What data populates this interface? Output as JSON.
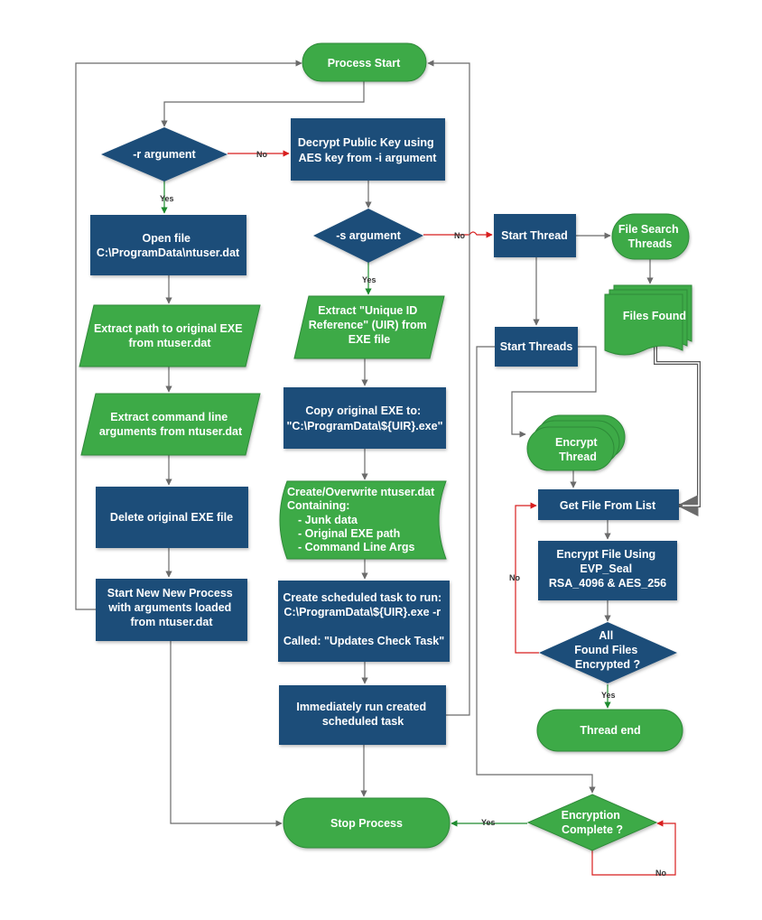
{
  "colors": {
    "blue": "#1f4e79",
    "green": "#3caa47",
    "connector": "#6b6b6b",
    "yes": "#1e8b2f",
    "no": "#d81e1e"
  },
  "nodes": {
    "process_start": "Process Start",
    "r_argument": "-r argument",
    "decrypt_key": [
      "Decrypt Public Key using",
      "AES key from -i argument"
    ],
    "open_file": [
      "Open file",
      "C:\\ProgramData\\ntuser.dat"
    ],
    "s_argument": "-s argument",
    "extract_path": [
      "Extract path to original EXE",
      "from ntuser.dat"
    ],
    "extract_uir": [
      "Extract \"Unique ID",
      "Reference\" (UIR) from",
      "EXE file"
    ],
    "extract_args": [
      "Extract command line",
      "arguments from ntuser.dat"
    ],
    "copy_exe": [
      "Copy original EXE to:",
      "\"C:\\ProgramData\\${UIR}.exe\""
    ],
    "delete_exe": "Delete original EXE file",
    "create_ntuser": [
      "Create/Overwrite ntuser.dat",
      "Containing:",
      "- Junk data",
      "- Original EXE path",
      "- Command Line Args"
    ],
    "start_new_process": [
      "Start New New Process",
      "with arguments loaded",
      "from ntuser.dat"
    ],
    "create_task": [
      "Create scheduled task to run:",
      "C:\\ProgramData\\${UIR}.exe -r",
      "",
      "Called: \"Updates Check Task\""
    ],
    "run_task": [
      "Immediately run created",
      "scheduled task"
    ],
    "stop_process": "Stop Process",
    "start_thread": "Start Thread",
    "file_search_threads": [
      "File Search",
      "Threads"
    ],
    "files_found": "Files Found",
    "start_threads": "Start Threads",
    "encrypt_thread": [
      "Encrypt",
      "Thread"
    ],
    "get_file": "Get File From List",
    "encrypt_file": [
      "Encrypt File Using",
      "EVP_Seal",
      "RSA_4096 & AES_256"
    ],
    "all_encrypted": [
      "All",
      "Found Files",
      "Encrypted ?"
    ],
    "thread_end": "Thread end",
    "encryption_complete": [
      "Encryption",
      "Complete ?"
    ]
  },
  "edge_labels": {
    "r_no": "No",
    "r_yes": "Yes",
    "s_no": "No",
    "s_yes": "Yes",
    "all_no": "No",
    "all_yes": "Yes",
    "complete_yes": "Yes",
    "complete_no": "No"
  }
}
